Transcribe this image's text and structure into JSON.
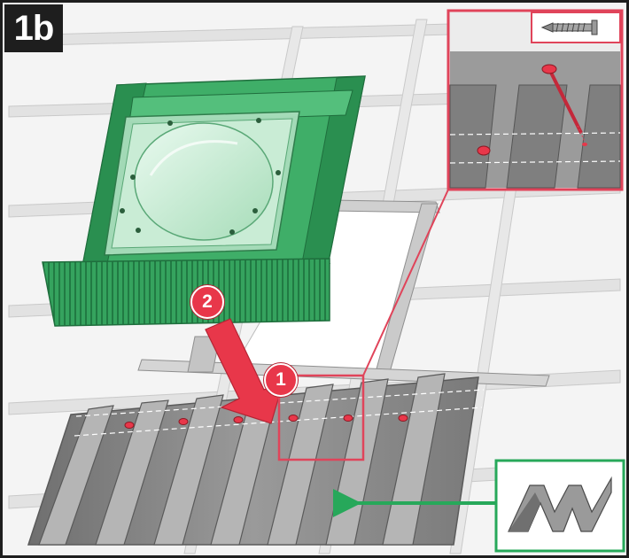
{
  "step": {
    "label": "1b"
  },
  "markers": [
    {
      "number": "1"
    },
    {
      "number": "2"
    }
  ],
  "colors": {
    "accent_red": "#e8374a",
    "detail_frame_red": "#e0445a",
    "profile_frame_green": "#27a85a",
    "flashing_green": "#2e9e55",
    "sheet_gray": "#8a8a8a",
    "frame_dark": "#1e1e1e"
  },
  "icons": {
    "screw": "screw-icon",
    "profile": "roof-profile-icon",
    "skylight": "skylight-dome-icon"
  }
}
